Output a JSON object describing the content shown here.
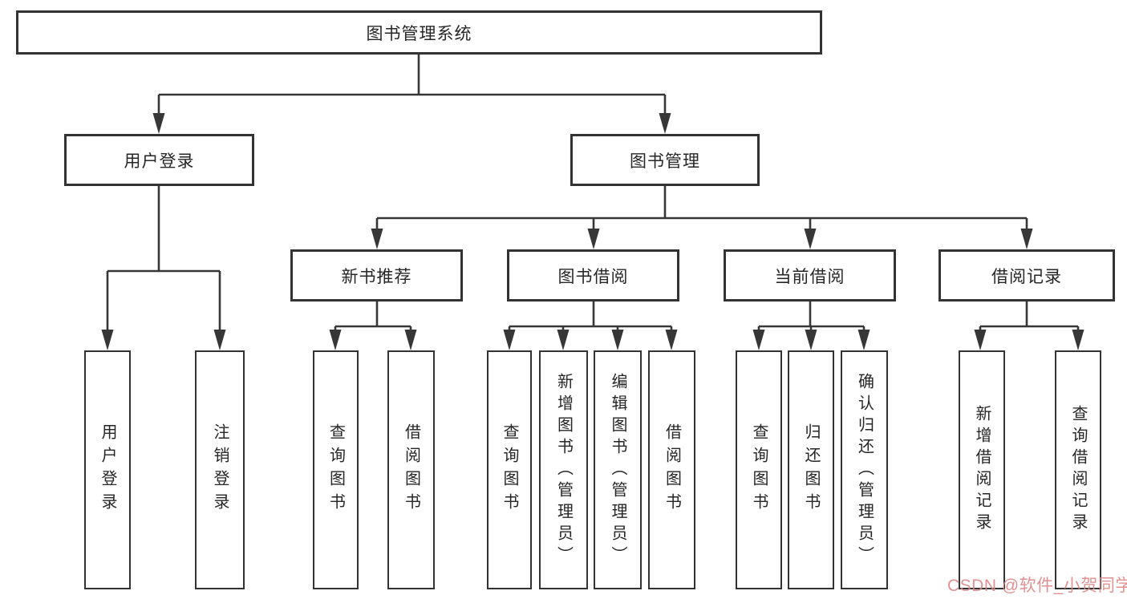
{
  "diagram": {
    "title": "图书管理系统",
    "colors": {
      "line": "#373737",
      "box_border": "#333333",
      "box_fill": "#ffffff",
      "text": "#262626",
      "watermark": "#dd8282"
    },
    "nodes": {
      "root": "图书管理系统",
      "user_login": "用户登录",
      "book_management": "图书管理",
      "new_book_recommend": "新书推荐",
      "book_borrow": "图书借阅",
      "current_borrow": "当前借阅",
      "borrow_records": "借阅记录"
    },
    "leaves": {
      "user_login": "用户登录",
      "logout": "注销登录",
      "nr_query_book": "查询图书",
      "nr_borrow_book": "借阅图书",
      "bb_query_book": "查询图书",
      "bb_add_book": "新增图书（管理员）",
      "bb_edit_book": "编辑图书（管理员）",
      "bb_borrow_book": "借阅图书",
      "cb_query_book": "查询图书",
      "cb_return_book": "归还图书",
      "cb_confirm_return": "确认归还（管理员）",
      "br_add_record": "新增借阅记录",
      "br_query_record": "查询借阅记录"
    },
    "tree": {
      "label": "图书管理系统",
      "children": [
        {
          "label": "用户登录",
          "children": [
            {
              "label": "用户登录"
            },
            {
              "label": "注销登录"
            }
          ]
        },
        {
          "label": "图书管理",
          "children": [
            {
              "label": "新书推荐",
              "children": [
                {
                  "label": "查询图书"
                },
                {
                  "label": "借阅图书"
                }
              ]
            },
            {
              "label": "图书借阅",
              "children": [
                {
                  "label": "查询图书"
                },
                {
                  "label": "新增图书（管理员）"
                },
                {
                  "label": "编辑图书（管理员）"
                },
                {
                  "label": "借阅图书"
                }
              ]
            },
            {
              "label": "当前借阅",
              "children": [
                {
                  "label": "查询图书"
                },
                {
                  "label": "归还图书"
                },
                {
                  "label": "确认归还（管理员）"
                }
              ]
            },
            {
              "label": "借阅记录",
              "children": [
                {
                  "label": "新增借阅记录"
                },
                {
                  "label": "查询借阅记录"
                }
              ]
            }
          ]
        }
      ]
    },
    "watermark": {
      "text": "CSDN @软件_小贺同学"
    }
  }
}
